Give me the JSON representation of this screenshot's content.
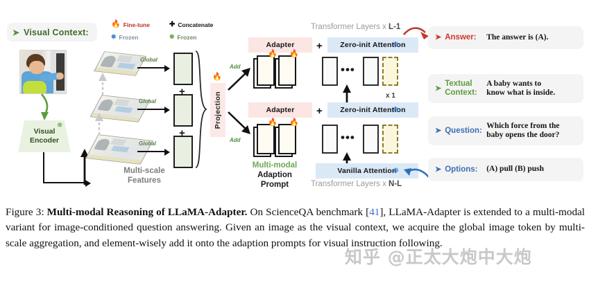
{
  "figure": {
    "visual_context": {
      "arrow": "➤",
      "label": "Visual Context:"
    },
    "visual_encoder": {
      "line1": "Visual",
      "line2": "Encoder",
      "snowflake": "❅"
    },
    "legend": [
      {
        "icon": "flame",
        "glyph": "🔥",
        "label": "Fine-tune"
      },
      {
        "icon": "plus",
        "glyph": "✚",
        "label": "Concatenate"
      },
      {
        "icon": "snowflake-blue",
        "glyph": "❅",
        "label": "Frozen"
      },
      {
        "icon": "snowflake-green",
        "glyph": "❅",
        "label": "Frozen"
      }
    ],
    "multi_scale": {
      "global_label": "Global",
      "caption_line1": "Multi-scale",
      "caption_line2": "Features",
      "plus": "+",
      "scales": 3
    },
    "projection": {
      "label": "Projection",
      "flame": "🔥"
    },
    "add_label": "Add",
    "adapter_label": "Adapter",
    "concat_plus": "+",
    "zero_init_attention": "Zero-init Attention",
    "vanilla_attention": "Vanilla Attention",
    "transformer_top_prefix": "Transformer Layers x ",
    "transformer_top_count": "L-1",
    "transformer_bottom_prefix": "Transformer Layers x ",
    "transformer_bottom_count": "N-L",
    "repeat_label": "x 1",
    "dots": "•••",
    "mm_prompt": {
      "line1": "Multi-modal",
      "line2": "Adaption",
      "line3": "Prompt"
    },
    "qa": [
      {
        "arrow": "➤",
        "key": "Answer:",
        "value": "The answer is (A)."
      },
      {
        "arrow": "➤",
        "key": "Textual\nContext:",
        "value": "A baby wants to\n    know what is inside."
      },
      {
        "arrow": "➤",
        "key": "Question:",
        "value": "Which force from the\n    baby opens the door?"
      },
      {
        "arrow": "➤",
        "key": "Options:",
        "value": "(A) pull  (B) push"
      }
    ]
  },
  "caption": {
    "figure_number": "Figure 3:",
    "title": "Multi-modal Reasoning of LLaMA-Adapter.",
    "body_part1": " On ScienceQA benchmark [",
    "reference": "41",
    "body_part2": "], LLaMA-Adapter is extended to a multi-modal variant for image-conditioned question answering.  Given an image as the visual context, we acquire the global image token by multi-scale aggregation, and element-wisely add it onto the adaption prompts for visual instruction following."
  },
  "watermark": {
    "text": "知乎 @正太大炮中大炮"
  },
  "colors": {
    "answer_red": "#d0342c",
    "context_green": "#5d9c3f",
    "question_blue": "#3c6fb5",
    "adapter_pink": "#fbe6e4",
    "attention_blue": "#dbe8f6",
    "flame_red": "#d93025",
    "snowflake_blue": "#3a86d6",
    "snowflake_green": "#6aa84f"
  }
}
